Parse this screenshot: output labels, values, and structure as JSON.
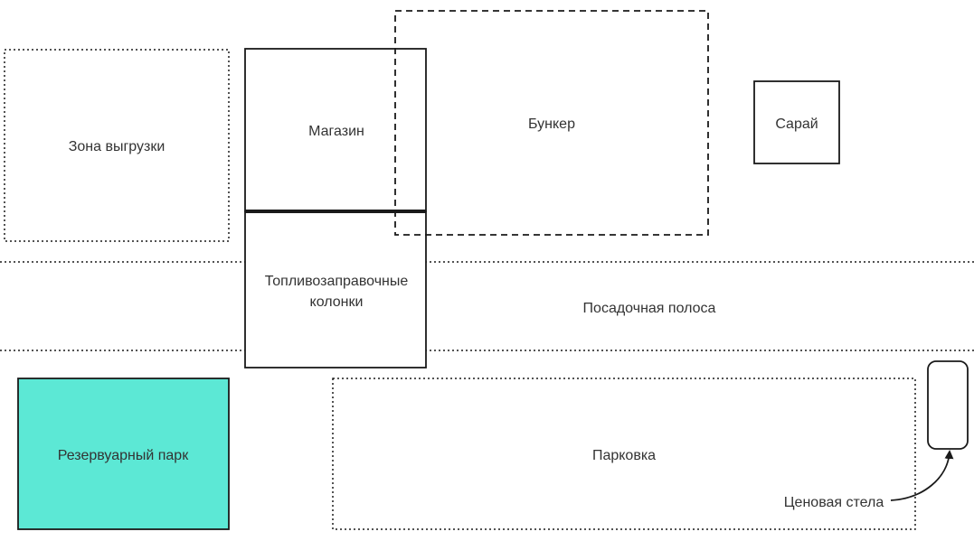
{
  "diagram": {
    "labels": {
      "unloading_zone": "Зона выгрузки",
      "shop": "Магазин",
      "bunker": "Бункер",
      "shed": "Сарай",
      "fuel_pumps_line1": "Топливозаправочные",
      "fuel_pumps_line2": "колонки",
      "landing_strip": "Посадочная полоса",
      "tank_farm": "Резервуарный парк",
      "parking": "Парковка",
      "price_sign": "Ценовая стела"
    },
    "colors": {
      "tank_farm_fill": "#5ce8d5",
      "stroke": "#1a1a1a",
      "text": "#333333"
    }
  }
}
